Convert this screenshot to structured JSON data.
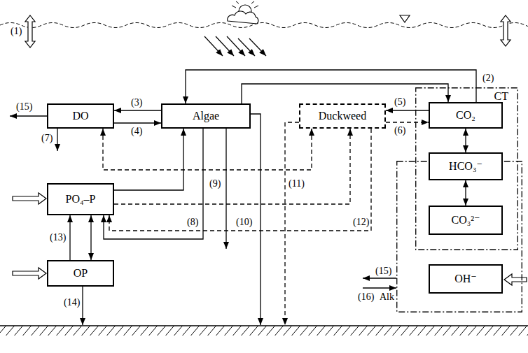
{
  "diagram": {
    "nodes": [
      {
        "text": [
          "DO"
        ]
      },
      {
        "text": [
          "Algae"
        ]
      },
      {
        "text": [
          "Duckweed"
        ]
      },
      {
        "text": [
          "CT"
        ]
      },
      {
        "text": [
          "CO₂"
        ],
        "in": 3
      },
      {
        "text": [
          "HCO₃⁻"
        ],
        "in": 3
      },
      {
        "text": [
          "CO₃²⁻"
        ],
        "in": 3
      },
      {
        "text": [
          "Alk"
        ]
      },
      {
        "text": [
          "OH⁻"
        ],
        "in": 7
      },
      {
        "text": [
          "PO₄–P"
        ]
      },
      {
        "text": [
          "OP"
        ]
      }
    ],
    "edges": [
      {
        "from": 1,
        "to": 0,
        "arrow": "to",
        "label": "(3)"
      },
      {
        "from": 0,
        "to": 1,
        "arrow": "to",
        "label": "(4)"
      },
      {
        "from": 4,
        "to": 1,
        "arrow": "to"
      },
      {
        "from": 1,
        "to": 4,
        "arrow": "to"
      },
      {
        "from": 4,
        "to": 2,
        "arrow": "to",
        "label": "(5)"
      },
      {
        "from": 2,
        "to": 4,
        "arrow": "to",
        "label": "(6)"
      },
      {
        "from": 4,
        "to": 5,
        "arrow": "both"
      },
      {
        "from": 5,
        "to": 6,
        "arrow": "both"
      },
      {
        "from": 9,
        "to": 1,
        "arrow": "to"
      },
      {
        "from": 1,
        "to": 9,
        "arrow": "to",
        "label": "(8)"
      },
      {
        "from": 9,
        "to": 2,
        "arrow": "to"
      },
      {
        "from": 2,
        "to": 9,
        "arrow": "to",
        "label": "(12)"
      },
      {
        "from": 0,
        "to": 2,
        "arrow": "both"
      },
      {
        "from": 10,
        "to": 9,
        "arrow": "to",
        "label": "(13)"
      },
      {
        "from": 9,
        "to": 10,
        "arrow": "both"
      }
    ],
    "labels": [
      "(1)",
      "(2)",
      "(15)",
      "(7)",
      "(9)",
      "(10)",
      "(11)",
      "(14)",
      "(15)",
      "(16)"
    ]
  }
}
